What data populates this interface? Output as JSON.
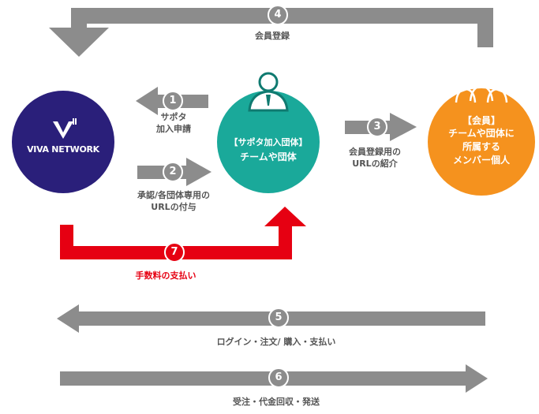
{
  "colors": {
    "arrow_gray": "#8c8c8c",
    "fee_red": "#e60012",
    "viva_navy": "#2a1f7a",
    "group_teal": "#1aa99a",
    "member_orange": "#f5921e"
  },
  "nodes": {
    "viva": {
      "logo_text": "VIVA NETWORK"
    },
    "group": {
      "icon": "person-icon",
      "line1": "【サポタ加入団体】",
      "line2": "チームや団体"
    },
    "member": {
      "icon": "people-group-icon",
      "line1": "【会員】",
      "line2": "チームや団体に\n所属する\nメンバー個人"
    }
  },
  "steps": [
    {
      "num": "1",
      "label": "サポタ\n加入申請"
    },
    {
      "num": "2",
      "label": "承認/各団体専用の\nURLの付与"
    },
    {
      "num": "3",
      "label": "会員登録用の\nURLの紹介"
    },
    {
      "num": "4",
      "label": "会員登録"
    },
    {
      "num": "5",
      "label": "ログイン・注文/ 購入・支払い"
    },
    {
      "num": "6",
      "label": "受注・代金回収・発送"
    },
    {
      "num": "7",
      "label": "手数料の支払い"
    }
  ]
}
